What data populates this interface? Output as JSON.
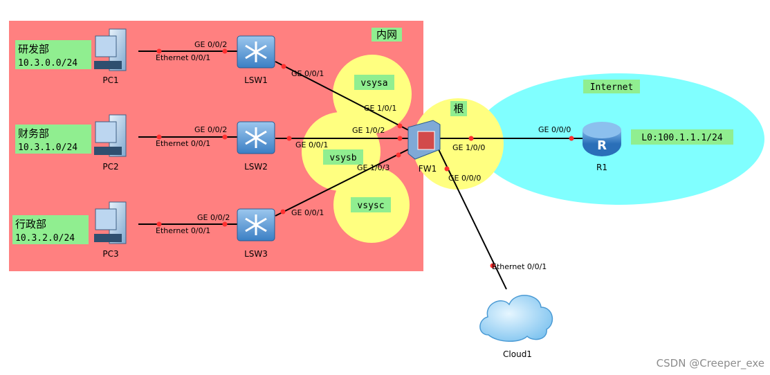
{
  "zones": {
    "intranet": "内网",
    "internet": "Internet",
    "root": "根",
    "vsysa": "vsysa",
    "vsysb": "vsysb",
    "vsysc": "vsysc"
  },
  "departments": [
    {
      "name": "研发部",
      "subnet": "10.3.0.0/24"
    },
    {
      "name": "财务部",
      "subnet": "10.3.1.0/24"
    },
    {
      "name": "行政部",
      "subnet": "10.3.2.0/24"
    }
  ],
  "devices": {
    "pc1": "PC1",
    "pc2": "PC2",
    "pc3": "PC3",
    "lsw1": "LSW1",
    "lsw2": "LSW2",
    "lsw3": "LSW3",
    "fw1": "FW1",
    "r1": "R1",
    "cloud1": "Cloud1"
  },
  "r1_loopback": "L0:100.1.1.1/24",
  "ports": {
    "pc1_eth": "Ethernet 0/0/1",
    "lsw1_pc": "GE 0/0/2",
    "lsw1_up": "GE 0/0/1",
    "pc2_eth": "Ethernet 0/0/1",
    "lsw2_pc": "GE 0/0/2",
    "lsw2_up": "GE 0/0/1",
    "pc3_eth": "Ethernet 0/0/1",
    "lsw3_pc": "GE 0/0/2",
    "lsw3_up": "GE 0/0/1",
    "fw_g101": "GE 1/0/1",
    "fw_g102": "GE 1/0/2",
    "fw_g103": "GE 1/0/3",
    "fw_g100": "GE 1/0/0",
    "fw_g000": "GE 0/0/0",
    "r1_g000": "GE 0/0/0",
    "cloud_eth": "Ethernet 0/0/1"
  },
  "watermark": "CSDN @Creeper_exe",
  "colors": {
    "intranet_bg": "#ff8080",
    "internet_bg": "#80ffff",
    "vsys_bg": "#ffff80",
    "label_bg": "#90ee90",
    "link_dot": "#ff3030",
    "link": "#000000"
  }
}
